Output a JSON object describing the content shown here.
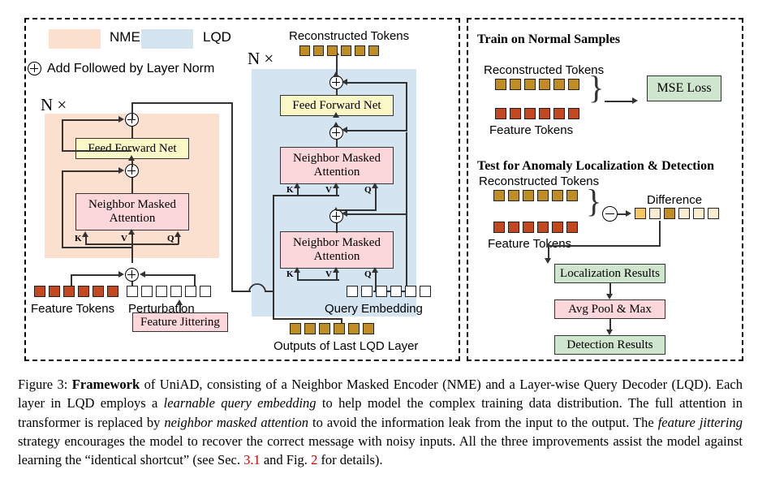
{
  "figure": {
    "legend": {
      "nme_label": "NME",
      "lqd_label": "LQD",
      "add_norm_label": "Add Followed by Layer Norm",
      "nme_color": "#fbe0d0",
      "lqd_color": "#d5e4f1"
    },
    "left_panel": {
      "repeat_left": "N ×",
      "repeat_right": "N ×",
      "nme": {
        "ffn_label": "Feed Forward Net",
        "attention_label": "Neighbor Masked Attention",
        "k_label": "K",
        "v_label": "V",
        "q_label": "Q"
      },
      "lqd": {
        "ffn_label": "Feed Forward Net",
        "attention_top_label": "Neighbor Masked Attention",
        "attention_bottom_label": "Neighbor Masked Attention",
        "k_label": "K",
        "v_label": "V",
        "q_label": "Q"
      },
      "feature_tokens_label": "Feature Tokens",
      "perturbation_label": "Perturbation",
      "feature_jittering_label": "Feature Jittering",
      "reconstructed_tokens_label": "Reconstructed Tokens",
      "query_embedding_label": "Query Embedding",
      "outputs_last_lqd_label": "Outputs of Last LQD Layer",
      "feature_token_count": 6,
      "perturbation_token_count": 6,
      "reconstructed_token_count": 6,
      "query_embedding_token_count": 6,
      "outputs_token_count": 6
    },
    "right_panel": {
      "train_heading": "Train on Normal Samples",
      "test_heading": "Test for Anomaly Localization & Detection",
      "train": {
        "reconstructed_tokens_label": "Reconstructed Tokens",
        "feature_tokens_label": "Feature Tokens",
        "mse_loss_label": "MSE Loss",
        "token_count": 6
      },
      "test": {
        "reconstructed_tokens_label": "Reconstructed Tokens",
        "feature_tokens_label": "Feature Tokens",
        "difference_label": "Difference",
        "token_count": 6,
        "difference_shades": [
          "a",
          "b",
          "c",
          "b",
          "b",
          "b"
        ],
        "localization_results_label": "Localization Results",
        "avg_pool_max_label": "Avg Pool & Max",
        "detection_results_label": "Detection Results"
      }
    },
    "colors": {
      "feature_token": "#c4481f",
      "reconstructed_token": "#c08d24",
      "ffn_box": "#fbf8c8",
      "attention_box": "#fbd7dc",
      "result_box": "#cfe5cd",
      "reference_link": "#cc0000"
    }
  },
  "caption": {
    "prefix": "Figure 3:",
    "bold_word": "Framework",
    "part1": " of UniAD, consisting of a Neighbor Masked Encoder (NME) and a Layer-wise Query Decoder (LQD). Each layer in LQD employs a ",
    "italic1": "learnable query embedding",
    "part2": " to help model the complex training data distribution. The full attention in transformer is replaced by ",
    "italic2": "neighbor masked attention",
    "part3": " to avoid the information leak from the input to the output. The ",
    "italic3": "feature jittering",
    "part4": " strategy encourages the model to recover the correct message with noisy inputs. All the three improvements assist the model against learning the “identical shortcut” (see Sec. ",
    "ref1": "3.1",
    "part5": " and Fig. ",
    "ref2": "2",
    "part6": " for details)."
  }
}
